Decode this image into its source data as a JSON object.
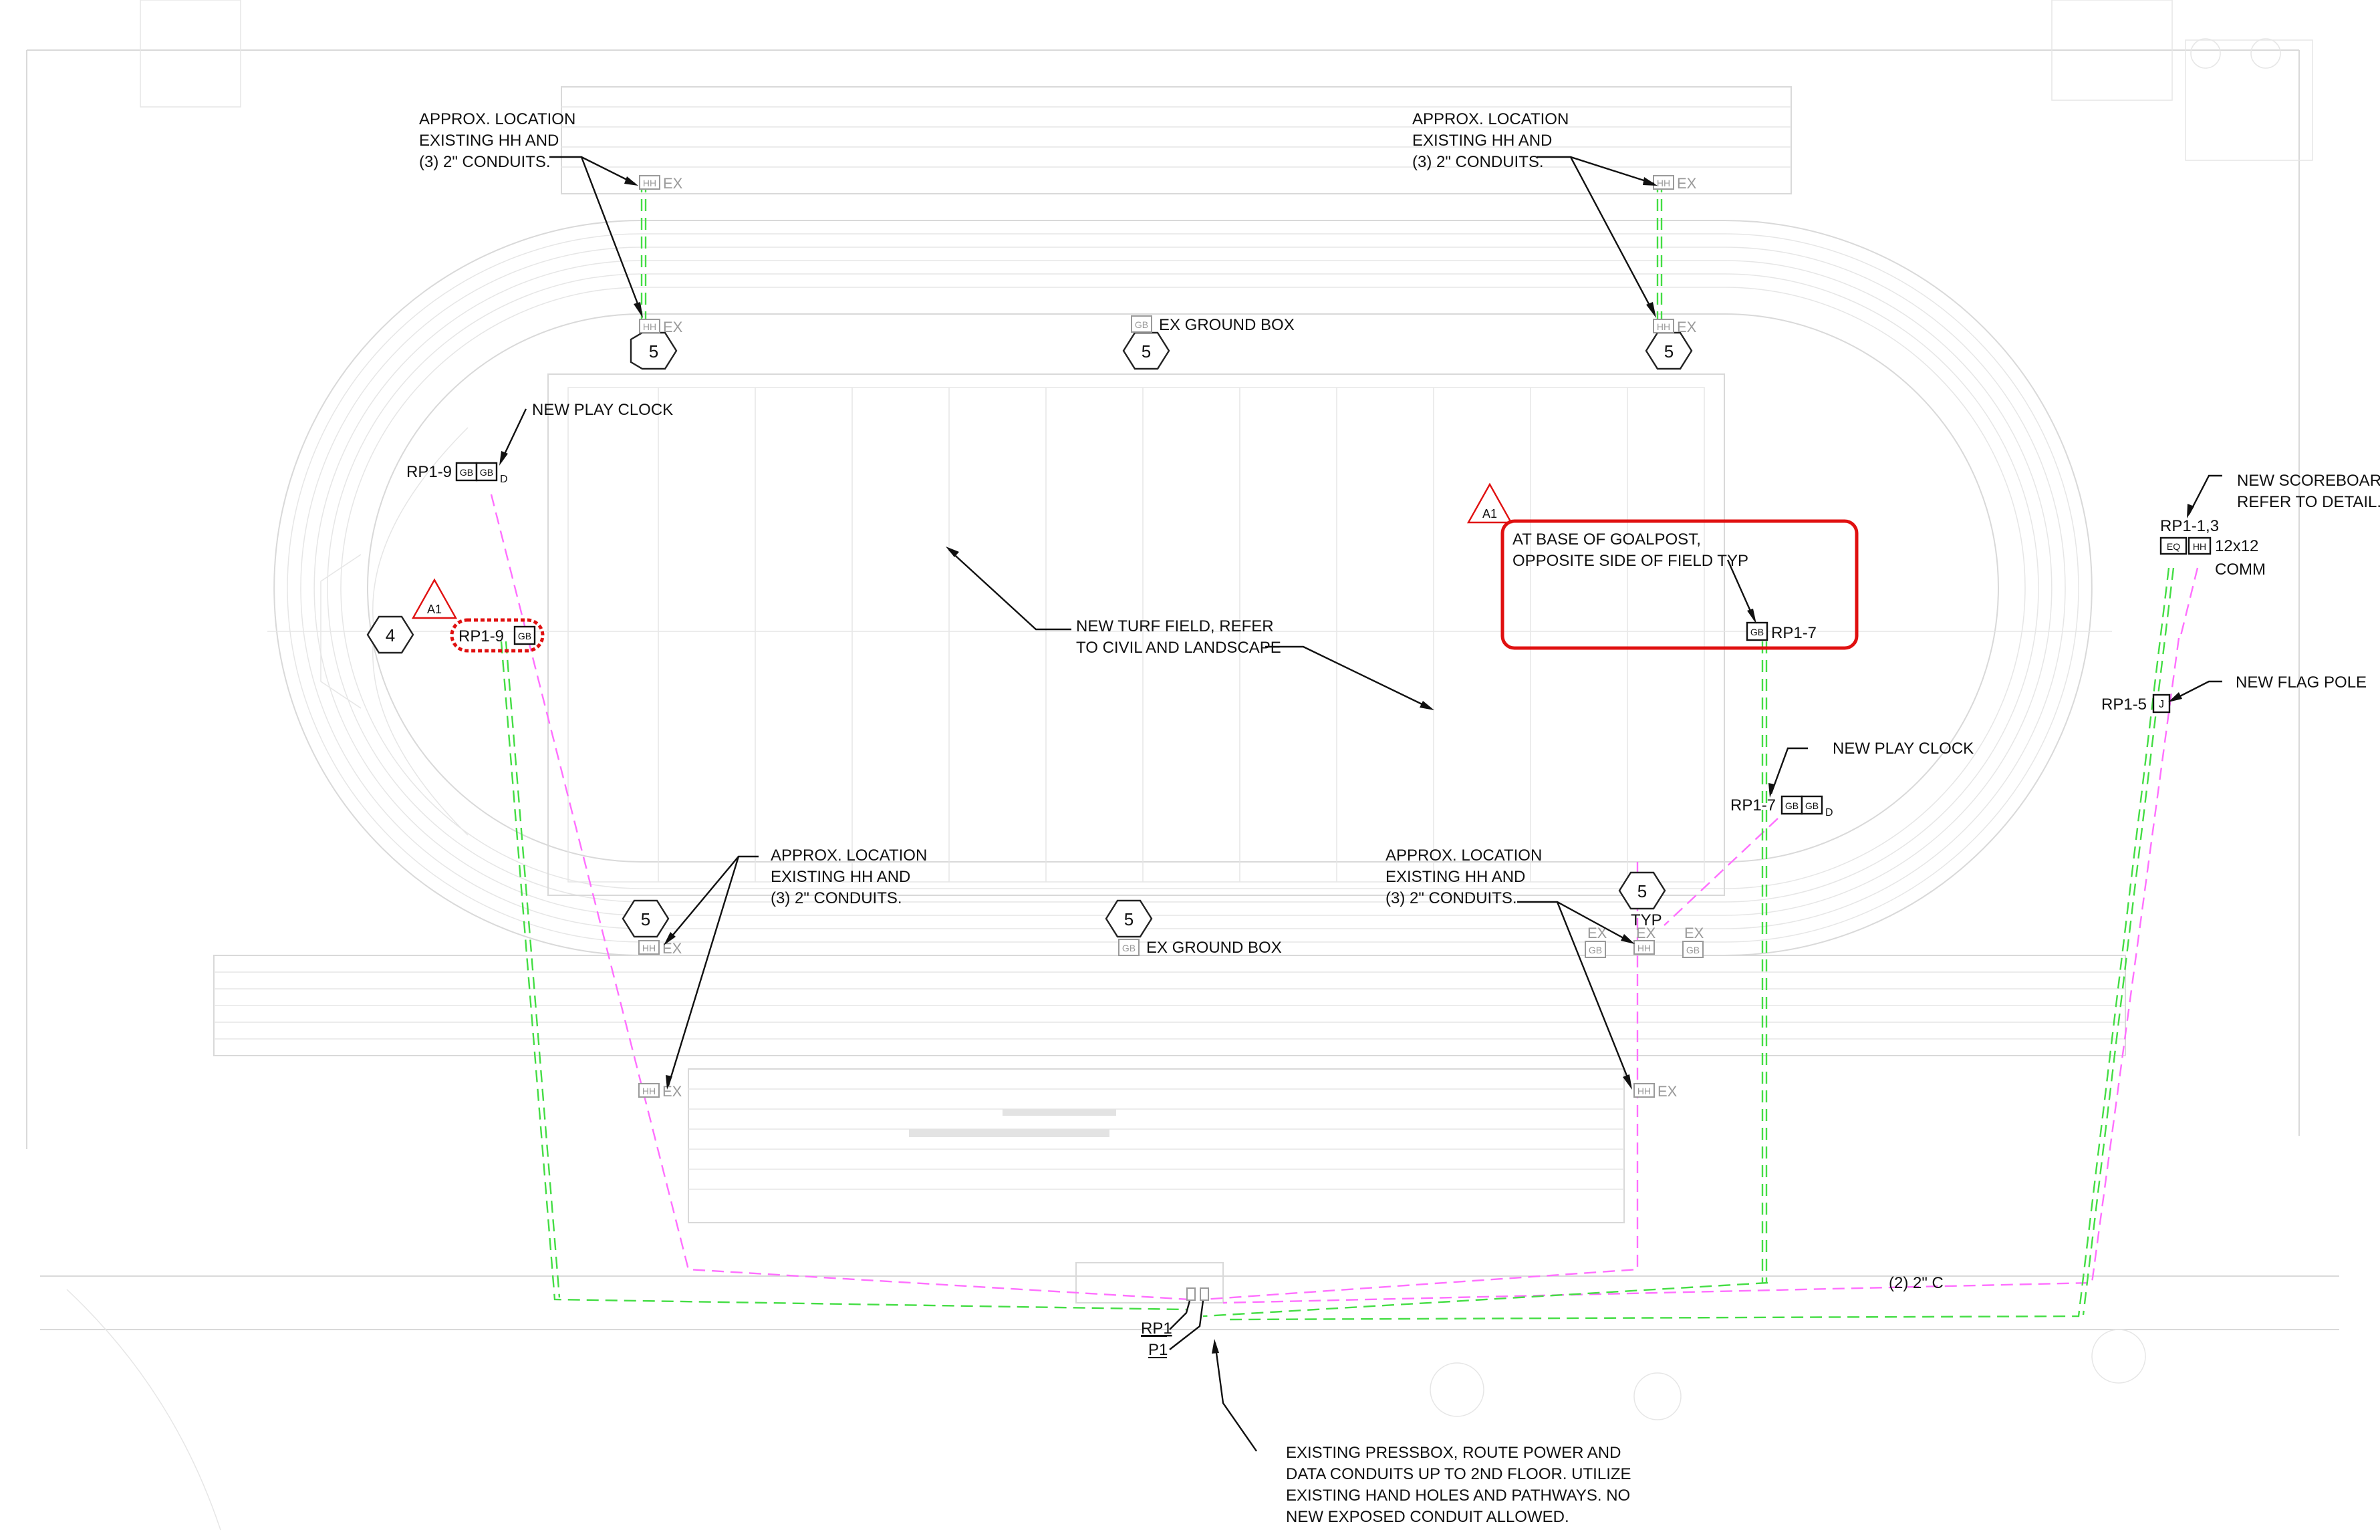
{
  "notes": {
    "hh_top_left": [
      "APPROX. LOCATION",
      "EXISTING HH AND",
      "(3) 2\" CONDUITS."
    ],
    "hh_top_right": [
      "APPROX. LOCATION",
      "EXISTING HH AND",
      "(3) 2\" CONDUITS."
    ],
    "hh_bottom_left": [
      "APPROX. LOCATION",
      "EXISTING HH AND",
      "(3) 2\" CONDUITS."
    ],
    "hh_bottom_right": [
      "APPROX. LOCATION",
      "EXISTING HH AND",
      "(3) 2\" CONDUITS."
    ],
    "play_clock_left": "NEW PLAY CLOCK",
    "play_clock_right": "NEW PLAY CLOCK",
    "turf": [
      "NEW TURF FIELD, REFER",
      "TO CIVIL AND LANDSCAPE"
    ],
    "goalpost": [
      "AT BASE OF GOALPOST,",
      "OPPOSITE SIDE OF FIELD TYP"
    ],
    "scoreboard": [
      "NEW SCOREBOARD,",
      "REFER TO DETAIL."
    ],
    "flag_pole": "NEW FLAG POLE",
    "pressbox": [
      "EXISTING PRESSBOX, ROUTE POWER AND",
      "DATA CONDUITS UP TO 2ND FLOOR. UTILIZE",
      "EXISTING HAND HOLES AND PATHWAYS. NO",
      "NEW EXPOSED CONDUIT ALLOWED."
    ],
    "ex_ground_box": "EX GROUND BOX",
    "conduit": "(2) 2\" C",
    "comm": [
      "12x12",
      "COMM"
    ],
    "typ": "TYP"
  },
  "circuits": {
    "rp1_9": "RP1-9",
    "rp1_7": "RP1-7",
    "rp1_1_3": "RP1-1,3",
    "rp1_5": "RP1-5",
    "rp1": "RP1",
    "p1": "P1"
  },
  "tags": {
    "hh": "HH",
    "ex": "EX",
    "gb": "GB",
    "eq": "EQ",
    "j": "J",
    "d": "D"
  },
  "keynotes": {
    "five": "5",
    "four": "4",
    "revision": "A1"
  },
  "colors": {
    "power_circuit": "#ff6fff",
    "comm_circuit": "#44dd44",
    "revision_cloud": "#e01010",
    "existing_background": "#d9d9d9"
  }
}
